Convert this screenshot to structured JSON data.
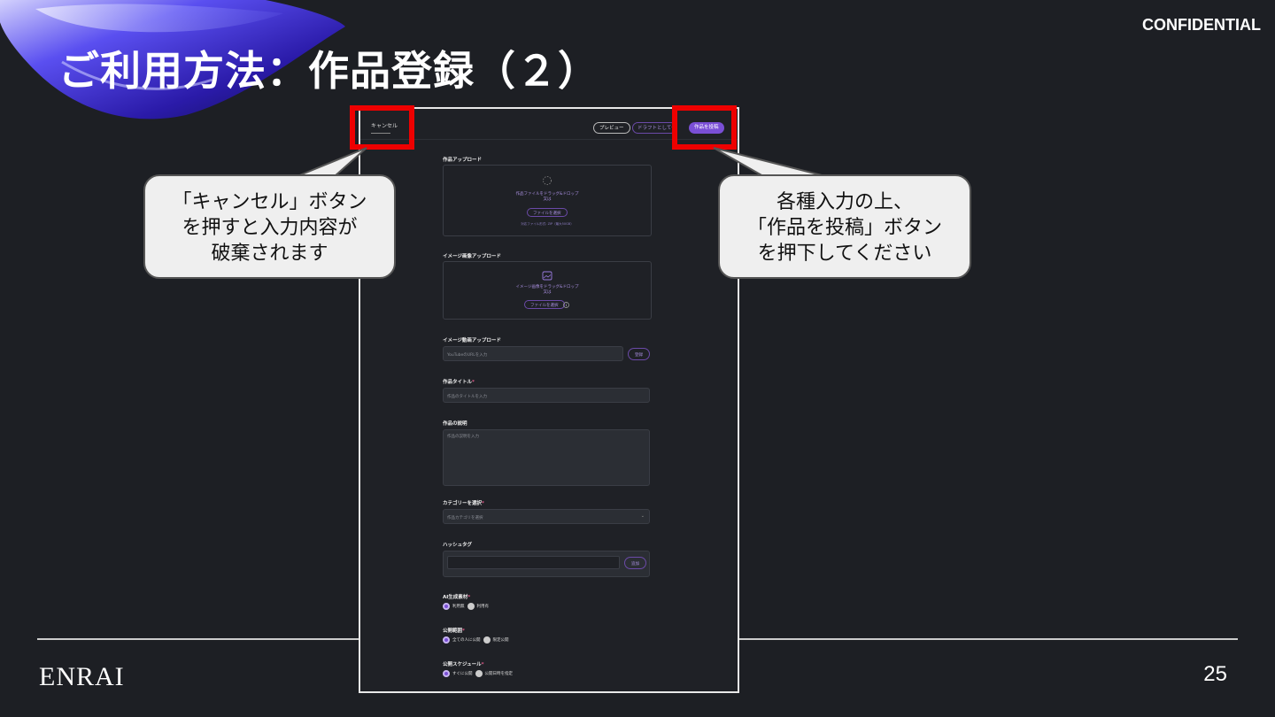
{
  "slide": {
    "title": "ご利用方法：作品登録（２）",
    "confidential": "CONFIDENTIAL",
    "logo": "ENRAI",
    "page_number": "25"
  },
  "callouts": {
    "left": [
      "「キャンセル」ボタン",
      "を押すと入力内容が",
      "破棄されます"
    ],
    "right": [
      "各種入力の上、",
      "「作品を投稿」ボタン",
      "を押下してください"
    ],
    "highlight_color": "#ee0000"
  },
  "app": {
    "accent": "#7a4fd6",
    "header": {
      "cancel": "キャンセル",
      "preview": "プレビュー",
      "draft": "ドラフトとして保存",
      "post": "作品を投稿"
    },
    "upload": {
      "label": "作品アップロード",
      "drop_text": "作品ファイルをドラッグ&ドロップ",
      "drop_text2": "又は",
      "button": "ファイルを選択",
      "note": "対応ファイル形式: ZIP（最大50GB）"
    },
    "image_upload": {
      "label": "イメージ画像アップロード",
      "drop_text": "イメージ画像をドラッグ&ドロップ",
      "drop_text2": "又は",
      "button": "ファイルを選択"
    },
    "video_upload": {
      "label": "イメージ動画アップロード",
      "placeholder": "YouTubeのURLを入力",
      "button": "登録"
    },
    "work_title": {
      "label": "作品タイトル",
      "required": "*",
      "placeholder": "作品のタイトルを入力"
    },
    "description": {
      "label": "作品の説明",
      "placeholder": "作品の説明を入力"
    },
    "category": {
      "label": "カテゴリーを選択",
      "required": "*",
      "placeholder": "作品カテゴリを選択"
    },
    "hashtag": {
      "label": "ハッシュタグ",
      "button": "追加"
    },
    "ai_material": {
      "label": "AI生成素材",
      "required": "*",
      "options": [
        "利用無",
        "利用有"
      ]
    },
    "visibility": {
      "label": "公開範囲",
      "required": "*",
      "options": [
        "全ての人に公開",
        "限定公開"
      ]
    },
    "schedule": {
      "label": "公開スケジュール",
      "required": "*",
      "options": [
        "すぐに公開",
        "公開日時を指定"
      ]
    }
  }
}
